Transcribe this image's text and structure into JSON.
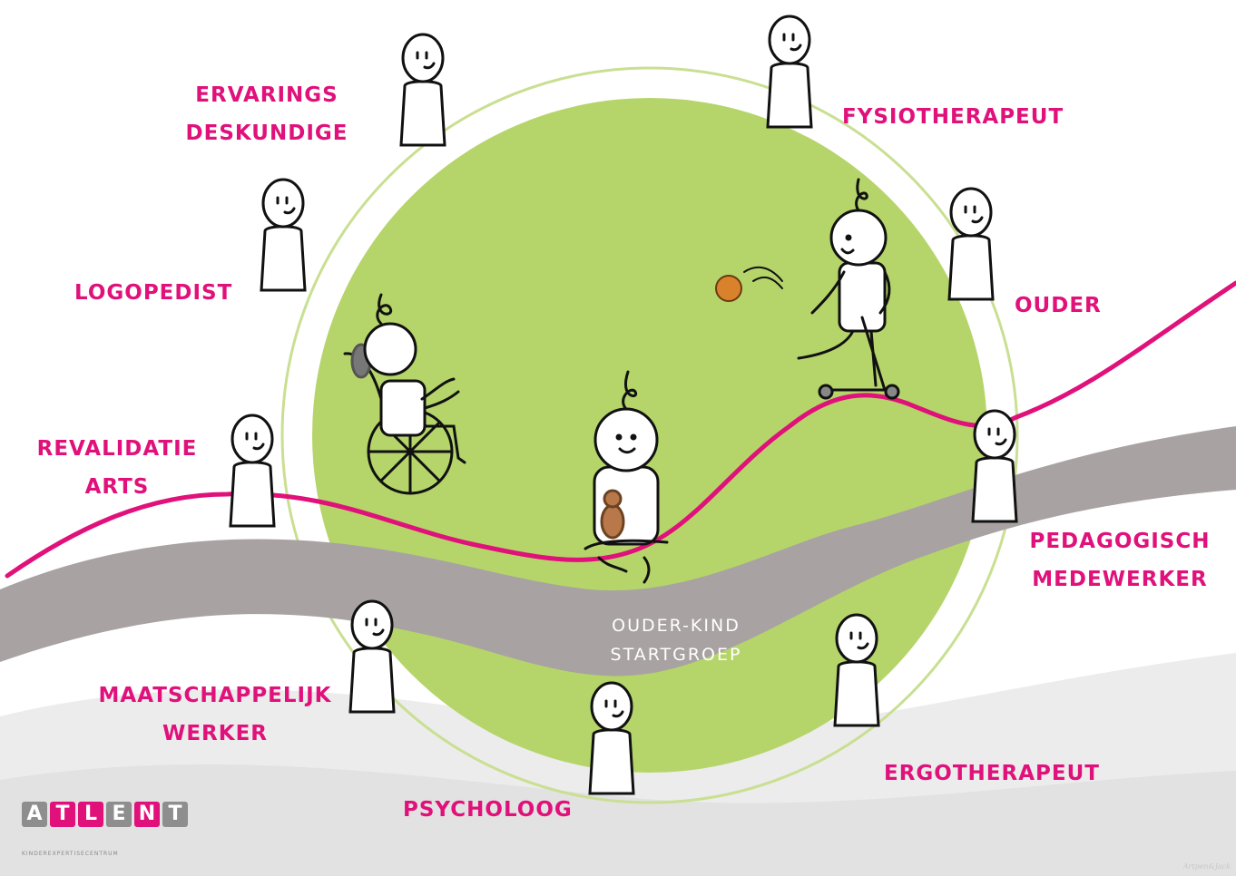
{
  "colors": {
    "pink": "#e0117a",
    "green_circle": "#b5d56a",
    "ring": "#c9df92",
    "road": "#a8a2a2",
    "ground": "#e3e3e3",
    "ground_light": "#f0f0f0",
    "ball": "#d9822b",
    "teddy": "#b8784a"
  },
  "roles": {
    "ervaringsdeskundige": [
      "ERVARINGS",
      "DESKUNDIGE"
    ],
    "fysiotherapeut": [
      "FYSIOTHERAPEUT"
    ],
    "logopedist": [
      "LOGOPEDIST"
    ],
    "ouder": [
      "OUDER"
    ],
    "revalidatiearts": [
      "REVALIDATIE",
      "ARTS"
    ],
    "pedagogisch_medewerker": [
      "PEDAGOGISCH",
      "MEDEWERKER"
    ],
    "maatschappelijk_werker": [
      "MAATSCHAPPELIJK",
      "WERKER"
    ],
    "ergotherapeut": [
      "ERGOTHERAPEUT"
    ],
    "psycholoog": [
      "PSYCHOLOOG"
    ]
  },
  "center_label": [
    "OUDER-KIND",
    "STARTGROEP"
  ],
  "logo": {
    "letters": [
      "A",
      "T",
      "L",
      "E",
      "N",
      "T"
    ],
    "letter_colors": [
      "grey",
      "pink",
      "pink",
      "grey",
      "pink",
      "grey"
    ],
    "subtitle": "KINDEREXPERTISECENTRUM"
  },
  "credit": "Artpen&Jack"
}
